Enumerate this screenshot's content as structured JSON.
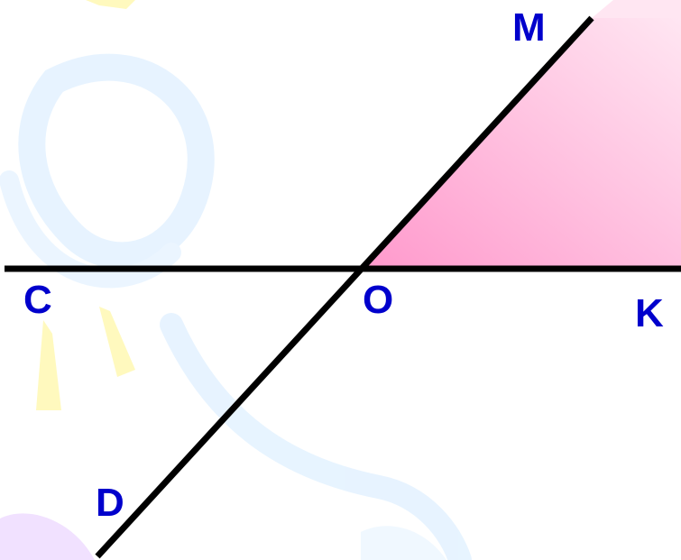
{
  "colors": {
    "line": "#000000",
    "label": "#0000cc",
    "angle_fill_dark": "#ff99cc",
    "angle_fill_light": "#ffe6f2",
    "decor_blue": "#cfe8ff",
    "decor_yellow": "#fff6a8",
    "decor_violet": "#e6ccff"
  },
  "points": {
    "C": "C",
    "O": "O",
    "K": "K",
    "M": "M",
    "D": "D"
  },
  "highlighted_angle": "MOK"
}
